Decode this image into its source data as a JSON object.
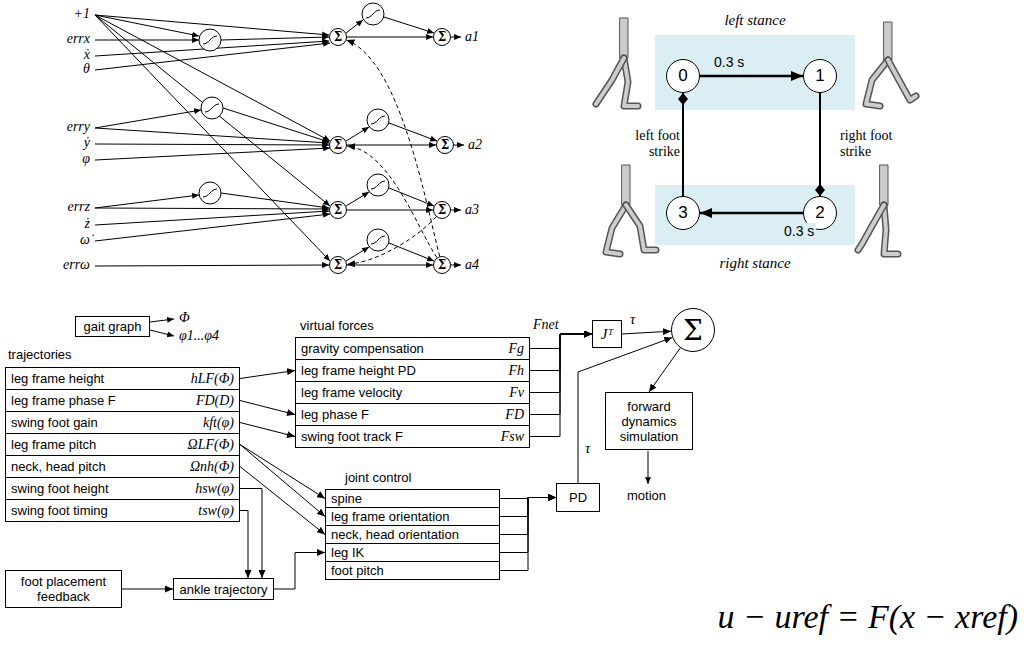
{
  "diagram": {
    "nodes": [
      {
        "text": [
          "Σ"
        ]
      },
      {
        "text": [
          "Σ"
        ]
      },
      {
        "text": [
          "Σ"
        ]
      },
      {
        "text": [
          "Σ"
        ]
      },
      {
        "text": [
          "Σ"
        ]
      },
      {
        "text": [
          "Σ"
        ]
      },
      {
        "text": [
          "Σ"
        ]
      },
      {
        "text": [
          "Σ"
        ]
      },
      {
        "text": [
          "left stance"
        ]
      },
      {
        "text": [
          "0"
        ],
        "in": 8
      },
      {
        "text": [
          "1"
        ],
        "in": 8
      },
      {
        "text": [
          "right stance"
        ]
      },
      {
        "text": [
          "3"
        ],
        "in": 11
      },
      {
        "text": [
          "2"
        ],
        "in": 11
      },
      {
        "text": [
          "gait graph"
        ]
      },
      {
        "text": [
          "trajectories"
        ]
      },
      {
        "text": [
          "leg frame height",
          "hLF(Φ)"
        ],
        "in": 15
      },
      {
        "text": [
          "leg frame phase F",
          "FD(D)"
        ],
        "in": 15
      },
      {
        "text": [
          "swing foot gain",
          "kft(φ)"
        ],
        "in": 15
      },
      {
        "text": [
          "leg frame pitch",
          "ΩLF(Φ)"
        ],
        "in": 15
      },
      {
        "text": [
          "neck, head pitch",
          "Ωnh(Φ)"
        ],
        "in": 15
      },
      {
        "text": [
          "swing foot height",
          "hsw(φ)"
        ],
        "in": 15
      },
      {
        "text": [
          "swing foot timing",
          "tsw(φ)"
        ],
        "in": 15
      },
      {
        "text": [
          "virtual forces"
        ]
      },
      {
        "text": [
          "gravity compensation",
          "Fg"
        ],
        "in": 23
      },
      {
        "text": [
          "leg frame height PD",
          "Fh"
        ],
        "in": 23
      },
      {
        "text": [
          "leg frame velocity",
          "Fv"
        ],
        "in": 23
      },
      {
        "text": [
          "leg phase F",
          "FD"
        ],
        "in": 23
      },
      {
        "text": [
          "swing foot track F",
          "Fsw"
        ],
        "in": 23
      },
      {
        "text": [
          "Jᵀ"
        ]
      },
      {
        "text": [
          "Σ"
        ]
      },
      {
        "text": [
          "forward dynamics simulation"
        ]
      },
      {
        "text": [
          "joint control"
        ]
      },
      {
        "text": [
          "spine"
        ],
        "in": 32
      },
      {
        "text": [
          "leg frame orientation"
        ],
        "in": 32
      },
      {
        "text": [
          "neck, head orientation"
        ],
        "in": 32
      },
      {
        "text": [
          "leg IK"
        ],
        "in": 32
      },
      {
        "text": [
          "foot pitch"
        ],
        "in": 32
      },
      {
        "text": [
          "PD"
        ]
      },
      {
        "text": [
          "foot placement feedback"
        ]
      },
      {
        "text": [
          "ankle trajectory"
        ]
      }
    ],
    "edges": [
      {
        "from": 7,
        "to": 0,
        "arrow": "to"
      },
      {
        "from": 7,
        "to": 2,
        "arrow": "to"
      },
      {
        "from": 5,
        "to": 6,
        "arrow": "to"
      },
      {
        "from": 9,
        "to": 10,
        "label": "0.3 s",
        "arrow": "to"
      },
      {
        "from": 10,
        "to": 13,
        "label": "right foot strike",
        "arrow": "to"
      },
      {
        "from": 13,
        "to": 12,
        "label": "0.3 s",
        "arrow": "to"
      },
      {
        "from": 12,
        "to": 9,
        "label": "left foot strike",
        "arrow": "to"
      },
      {
        "from": 16,
        "to": 25,
        "arrow": "to"
      },
      {
        "from": 17,
        "to": 27,
        "arrow": "to"
      },
      {
        "from": 18,
        "to": 28,
        "arrow": "to"
      },
      {
        "from": 19,
        "to": 33,
        "arrow": "to"
      },
      {
        "from": 19,
        "to": 34,
        "arrow": "to"
      },
      {
        "from": 20,
        "to": 35,
        "arrow": "to"
      },
      {
        "from": 21,
        "to": 40,
        "arrow": "to"
      },
      {
        "from": 22,
        "to": 40,
        "arrow": "to"
      },
      {
        "from": 39,
        "to": 40,
        "arrow": "to"
      },
      {
        "from": 40,
        "to": 36,
        "arrow": "to"
      },
      {
        "from": 24,
        "to": 29,
        "arrow": "to"
      },
      {
        "from": 25,
        "to": 29,
        "arrow": "to"
      },
      {
        "from": 26,
        "to": 29,
        "arrow": "to"
      },
      {
        "from": 27,
        "to": 29,
        "arrow": "to"
      },
      {
        "from": 28,
        "to": 29,
        "arrow": "to"
      },
      {
        "from": 29,
        "to": 30,
        "label": "τ",
        "arrow": "to"
      },
      {
        "from": 38,
        "to": 30,
        "label": "τ",
        "arrow": "to"
      },
      {
        "from": 30,
        "to": 31,
        "arrow": "to"
      },
      {
        "from": 33,
        "to": 38,
        "arrow": "to"
      },
      {
        "from": 34,
        "to": 38,
        "arrow": "to"
      },
      {
        "from": 35,
        "to": 38,
        "arrow": "to"
      },
      {
        "from": 36,
        "to": 38,
        "arrow": "to"
      },
      {
        "from": 37,
        "to": 38,
        "arrow": "to"
      }
    ],
    "labels": [
      "+1",
      "errx",
      "ẋ",
      "θ",
      "erry",
      "ẏ",
      "φ",
      "errz",
      "ż",
      "ω̇",
      "errω",
      "a1",
      "a2",
      "a3",
      "a4",
      "Φ",
      "φ1...φ4",
      "Fnet",
      "motion",
      "u − uref = F(x − xref)"
    ]
  }
}
